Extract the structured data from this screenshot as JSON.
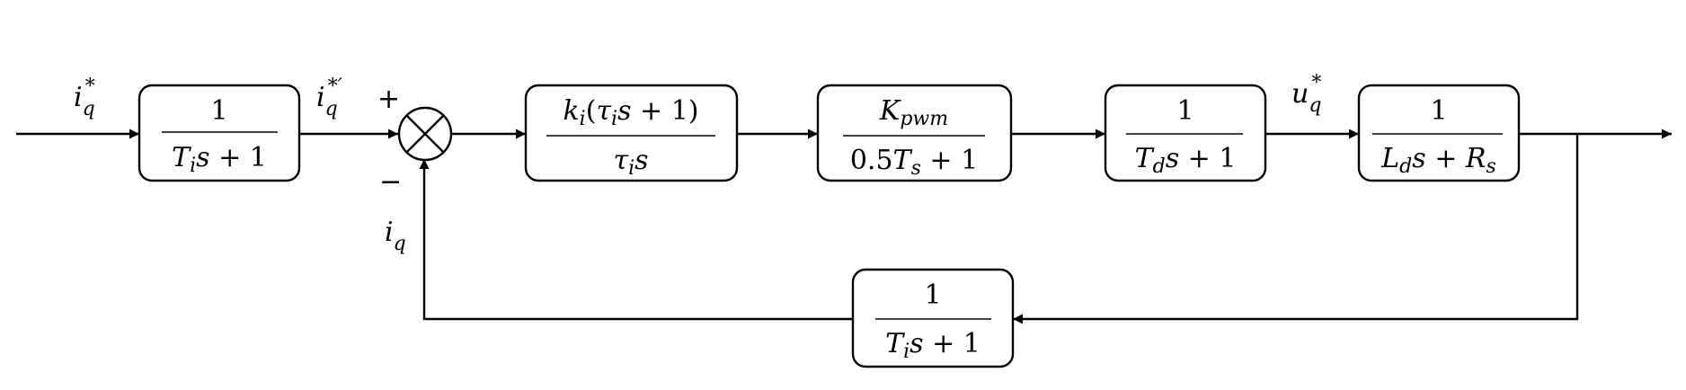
{
  "signals": {
    "input": {
      "base": "i",
      "sub": "q",
      "sup": "*"
    },
    "prefiltered": {
      "base": "i",
      "sub": "q",
      "sup": "*′"
    },
    "feedback": {
      "base": "i",
      "sub": "q"
    },
    "voltage": {
      "base": "u",
      "sub": "q",
      "sup": "*"
    }
  },
  "summer": {
    "plus": "+",
    "minus": "−"
  },
  "blocks": {
    "prefilter": {
      "numerator": "1",
      "T": "T",
      "T_sub": "i",
      "s": "s",
      "tail": " + 1"
    },
    "controller": {
      "k": "k",
      "k_sub": "i",
      "open": "(",
      "tau": "τ",
      "tau_sub": "i",
      "s": "s",
      "close": " + 1)",
      "den_tau": "τ",
      "den_tau_sub": "i",
      "den_s": "s"
    },
    "pwm": {
      "K": "K",
      "K_sub": "pwm",
      "den_const": "0.5",
      "T": "T",
      "T_sub": "s",
      "tail": " + 1"
    },
    "delay": {
      "numerator": "1",
      "T": "T",
      "T_sub": "d",
      "s": "s",
      "tail": " + 1"
    },
    "plant": {
      "numerator": "1",
      "L": "L",
      "L_sub": "d",
      "s": "s",
      "plus": " + ",
      "R": "R",
      "R_sub": "s"
    },
    "feedback_filter": {
      "numerator": "1",
      "T": "T",
      "T_sub": "i",
      "s": "s",
      "tail": " + 1"
    }
  },
  "colors": {
    "line": "#000000",
    "background": "#ffffff"
  }
}
